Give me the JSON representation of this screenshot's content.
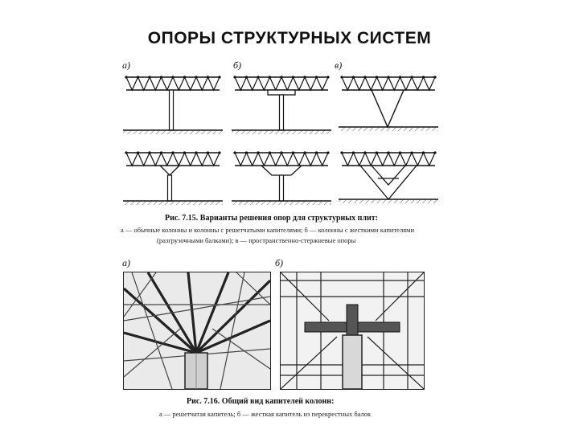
{
  "title": "ОПОРЫ СТРУКТУРНЫХ СИСТЕМ",
  "figure1": {
    "labels": [
      "а)",
      "б)",
      "в)"
    ],
    "caption_head": "Рис. 7.15. Варианты решения опор для структурных плит:",
    "caption_line1": "а — обычные колонны и колонны с решетчатыми капителями; б — колонны с жесткими капителями",
    "caption_line2": "(разгрузочными балками); в — пространственно-стержневые опоры"
  },
  "figure2": {
    "labels": [
      "а)",
      "б)"
    ],
    "caption_head": "Рис. 7.16. Общий вид капителей колонн:",
    "caption_line1": "а — решетчатая капитель; б — жесткая капитель из перекрестных балок"
  }
}
